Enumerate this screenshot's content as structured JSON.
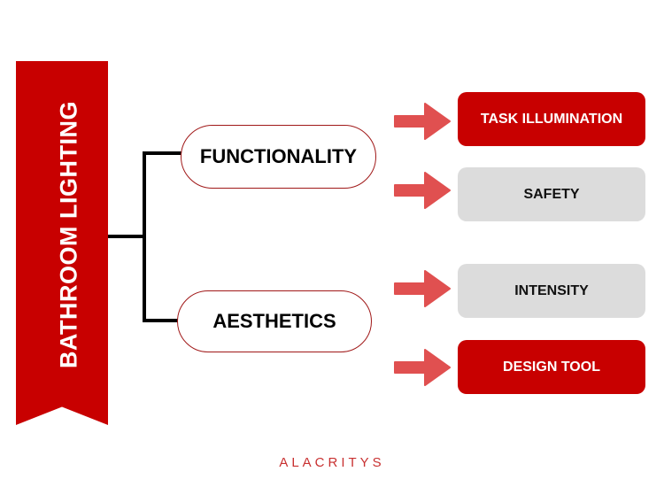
{
  "title": "BATHROOM LIGHTING",
  "branches": [
    {
      "label": "FUNCTIONALITY",
      "items": [
        "TASK ILLUMINATION",
        "SAFETY"
      ]
    },
    {
      "label": "AESTHETICS",
      "items": [
        "INTENSITY",
        "DESIGN TOOL"
      ]
    }
  ],
  "footer": "ALACRITYS",
  "colors": {
    "primary": "#c80000",
    "arrow": "#e05050",
    "grey": "#dcdcdc"
  }
}
